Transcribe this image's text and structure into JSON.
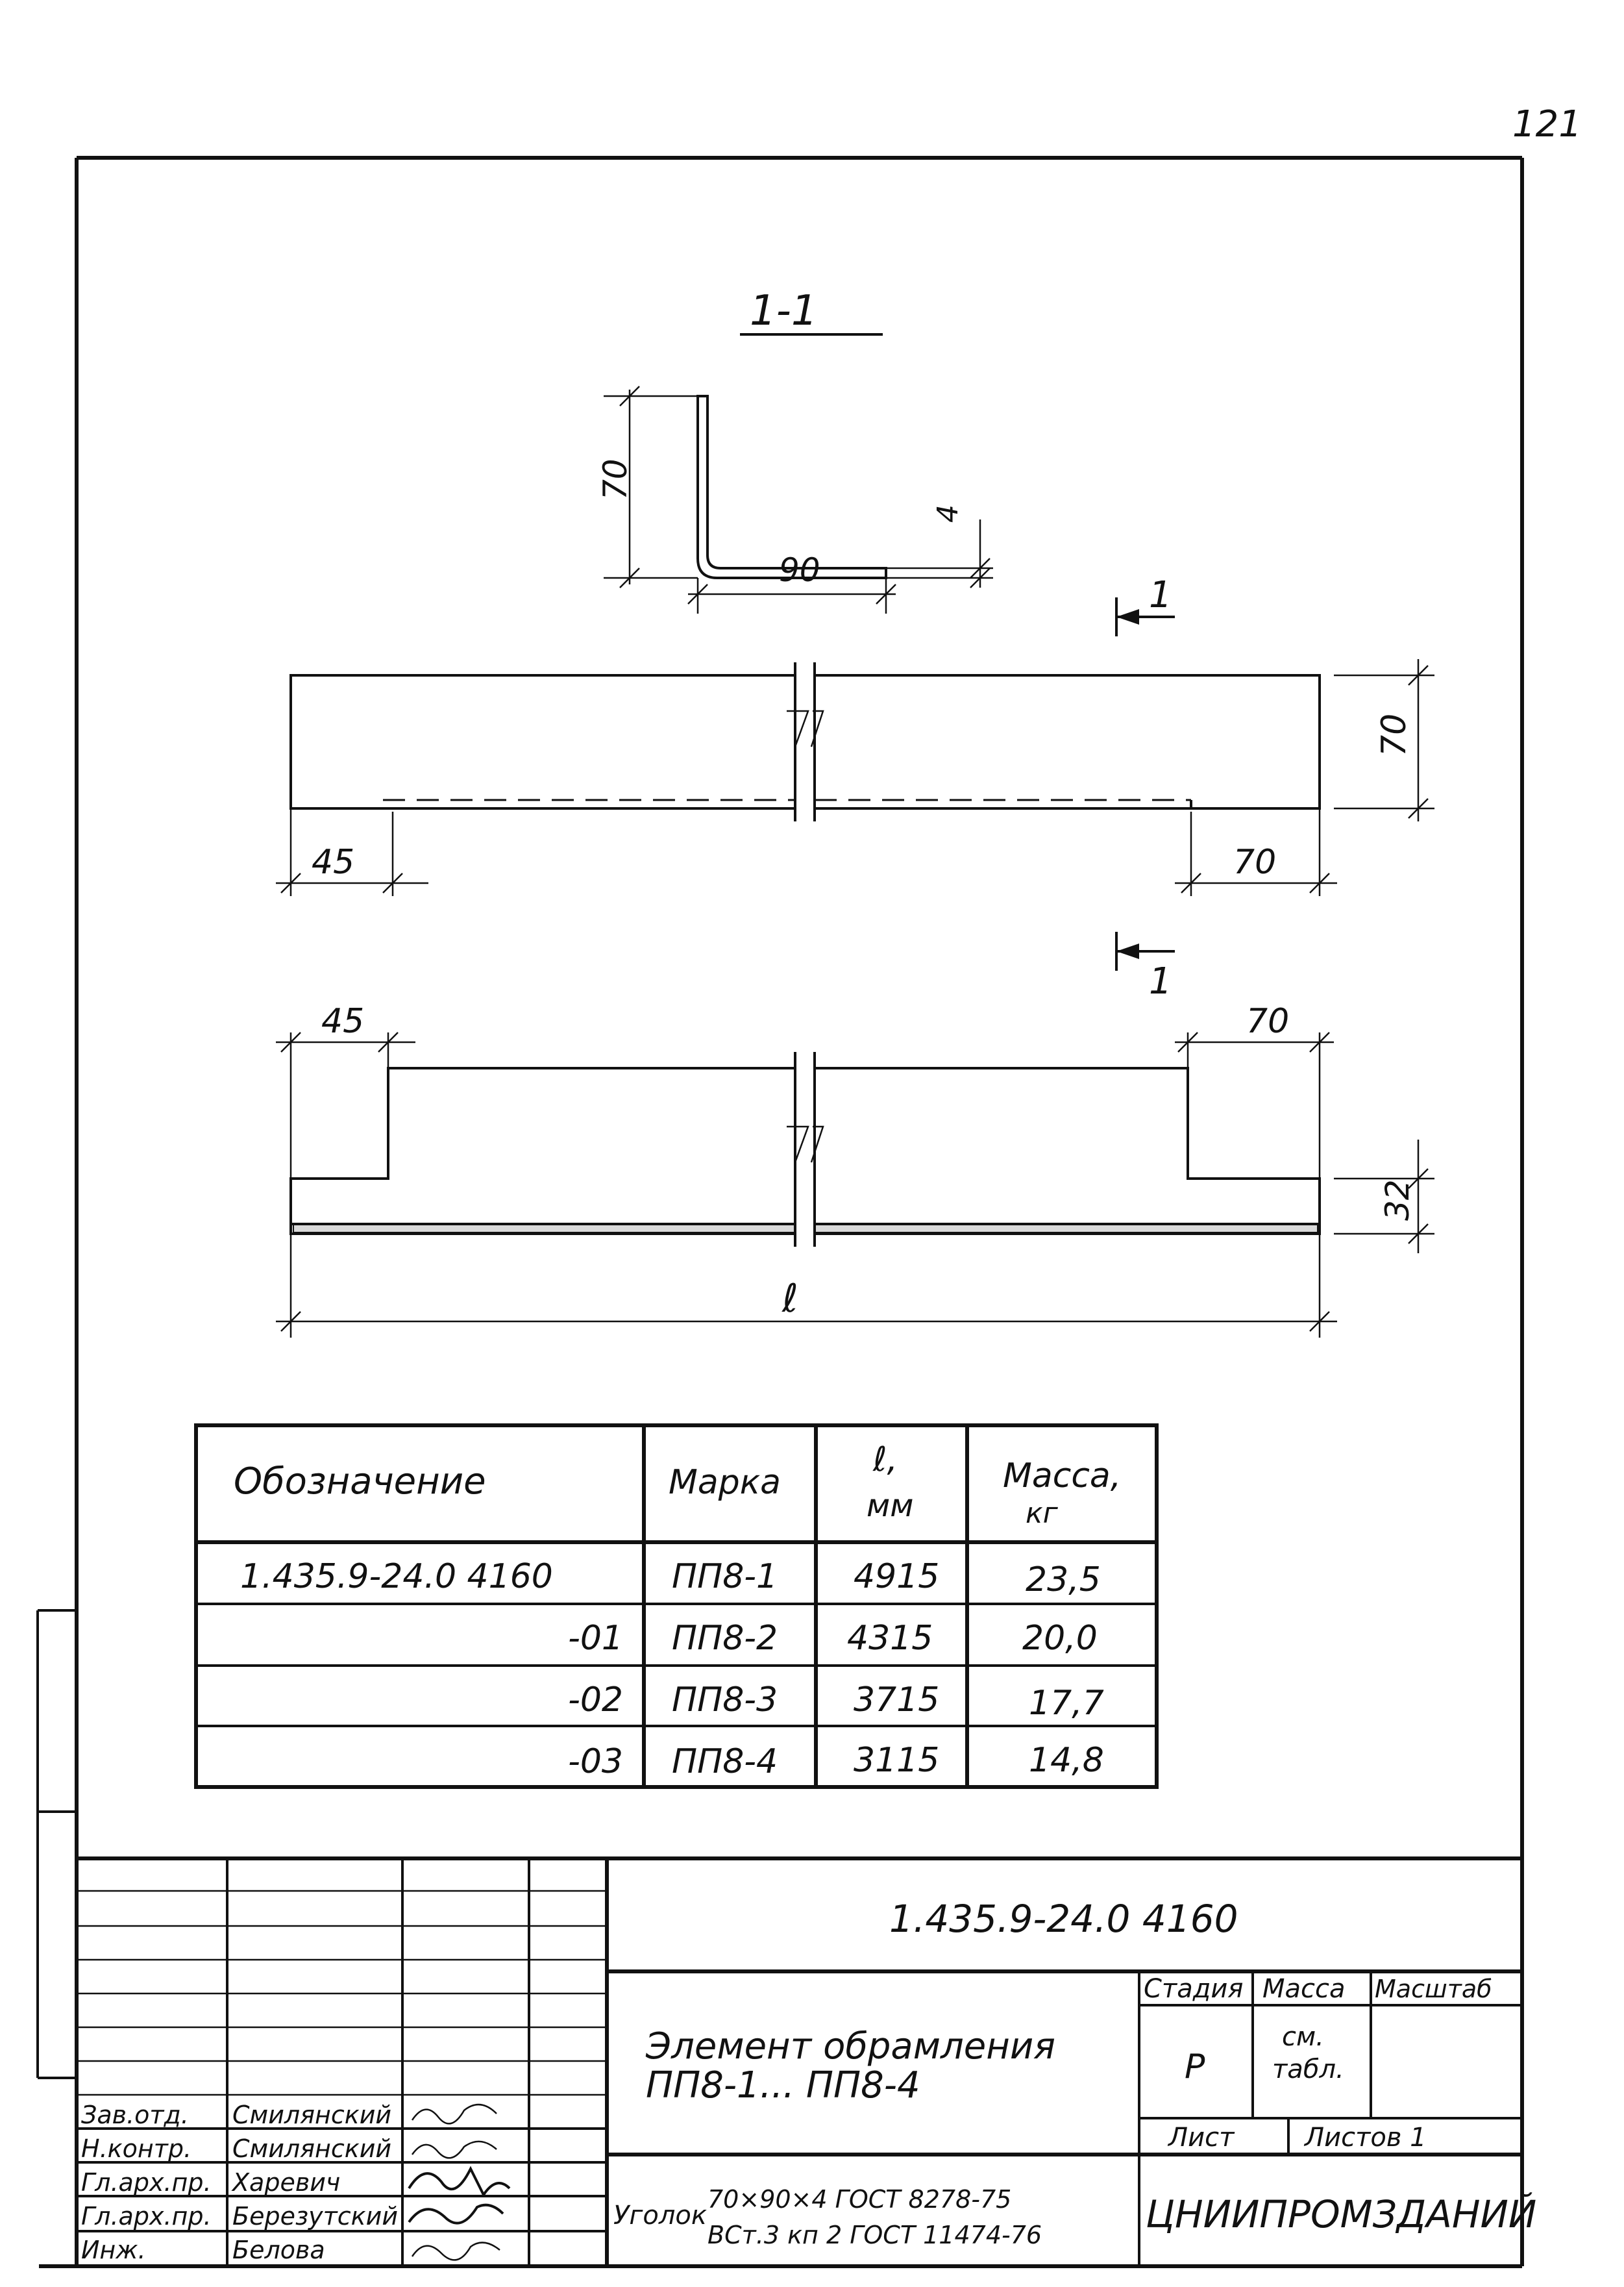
{
  "page_number": "121",
  "section": {
    "title": "1-1",
    "marker_top": "1",
    "marker_bottom": "1"
  },
  "angle_section": {
    "leg_height": "70",
    "leg_width": "90",
    "thickness": "4"
  },
  "dimensions": {
    "top_view_left": "45",
    "top_view_right": "70",
    "top_view_height": "70",
    "bottom_view_left": "45",
    "bottom_view_right": "70",
    "bottom_view_height": "32",
    "length_label": "ℓ"
  },
  "spec_table": {
    "headers": {
      "designation": "Обозначение",
      "mark": "Марка",
      "length": "ℓ,",
      "length_unit": "мм",
      "mass": "Масса,",
      "mass_unit": "кг"
    },
    "rows": [
      {
        "designation": "1.435.9-24.0 4160",
        "mark": "ПП8-1",
        "length": "4915",
        "mass": "23,5"
      },
      {
        "designation": "-01",
        "mark": "ПП8-2",
        "length": "4315",
        "mass": "20,0"
      },
      {
        "designation": "-02",
        "mark": "ПП8-3",
        "length": "3715",
        "mass": "17,7"
      },
      {
        "designation": "-03",
        "mark": "ПП8-4",
        "length": "3115",
        "mass": "14,8"
      }
    ]
  },
  "title_block": {
    "document_code": "1.435.9-24.0 4160",
    "name_line1": "Элемент обрамления",
    "name_line2": "ПП8-1... ПП8-4",
    "stage_header": "Стадия",
    "mass_header": "Масса",
    "scale_header": "Масштаб",
    "stage_value": "Р",
    "mass_value_line1": "см.",
    "mass_value_line2": "табл.",
    "sheet_label": "Лист",
    "sheets_label": "Листов 1",
    "material_prefix": "Уголок",
    "material_line1": "70×90×4 ГОСТ 8278-75",
    "material_line2": "ВСт.3 кп 2 ГОСТ 11474-76",
    "organization": "ЦНИИПРОМЗДАНИЙ",
    "signatures": [
      {
        "role": "Зав.отд.",
        "name": "Смилянский"
      },
      {
        "role": "Н.контр.",
        "name": "Смилянский"
      },
      {
        "role": "Гл.арх.пр.",
        "name": "Харевич"
      },
      {
        "role": "Гл.арх.пр.",
        "name": "Березутский"
      },
      {
        "role": "Инж.",
        "name": "Белова"
      }
    ]
  }
}
